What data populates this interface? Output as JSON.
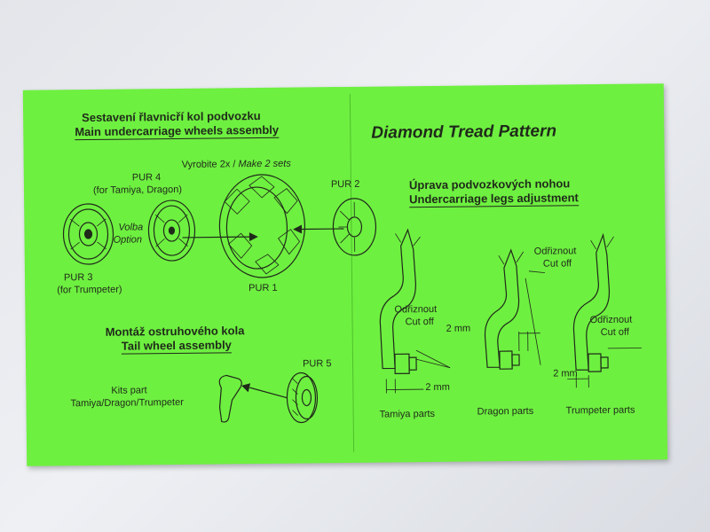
{
  "left": {
    "main_cz": "Sestavení řlavnicří kol podvozku",
    "main_en": "Main undercarriage wheels assembly",
    "make_sets": "Vyrobite 2x / ",
    "make_sets_en": "Make 2 sets",
    "pur4": "PUR 4",
    "pur4_note": "(for Tamiya, Dragon)",
    "volba": "Volba",
    "option": "Option",
    "pur3": "PUR 3",
    "pur3_note": "(for Trumpeter)",
    "pur1": "PUR 1",
    "pur2": "PUR 2",
    "tail_cz": "Montáž ostruhového kola",
    "tail_en": "Tail wheel assembly",
    "pur5": "PUR 5",
    "kits_part": "Kits part",
    "kits_list": "Tamiya/Dragon/Trumpeter"
  },
  "right": {
    "title": "Diamond Tread Pattern",
    "legs_cz": "Úprava podvozkových nohou",
    "legs_en": "Undercarriage legs adjustment",
    "cut_cz_1": "Odřiznout",
    "cut_en_1": "Cut off",
    "cut_cz_2": "Odřiznout",
    "cut_en_2": "Cut off",
    "cut_cz_3": "Odřiznout",
    "cut_en_3": "Cut off",
    "dim_1": "2 mm",
    "dim_2": "2 mm",
    "dim_3": "2 mm",
    "tamiya": "Tamiya parts",
    "dragon": "Dragon parts",
    "trumpeter": "Trumpeter parts"
  }
}
